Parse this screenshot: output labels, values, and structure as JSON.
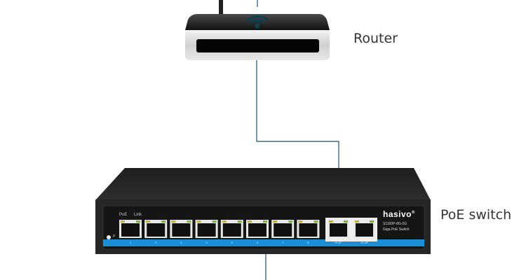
{
  "labels": {
    "router": "Router",
    "switch": "PoE switch"
  },
  "switch": {
    "brand": "hasivo",
    "registered": "®",
    "model": "S1100P-8G-2G",
    "subtitle": "Giga PoE Switch",
    "led_poe": "PoE",
    "led_link": "Link",
    "power": "P",
    "ports": [
      "1",
      "2",
      "3",
      "4",
      "5",
      "6",
      "7",
      "8"
    ],
    "uplinks": [
      "9 UP",
      "10 UP"
    ],
    "accent_color": "#1a8fd8"
  },
  "cable_color": "#1d4f7a"
}
